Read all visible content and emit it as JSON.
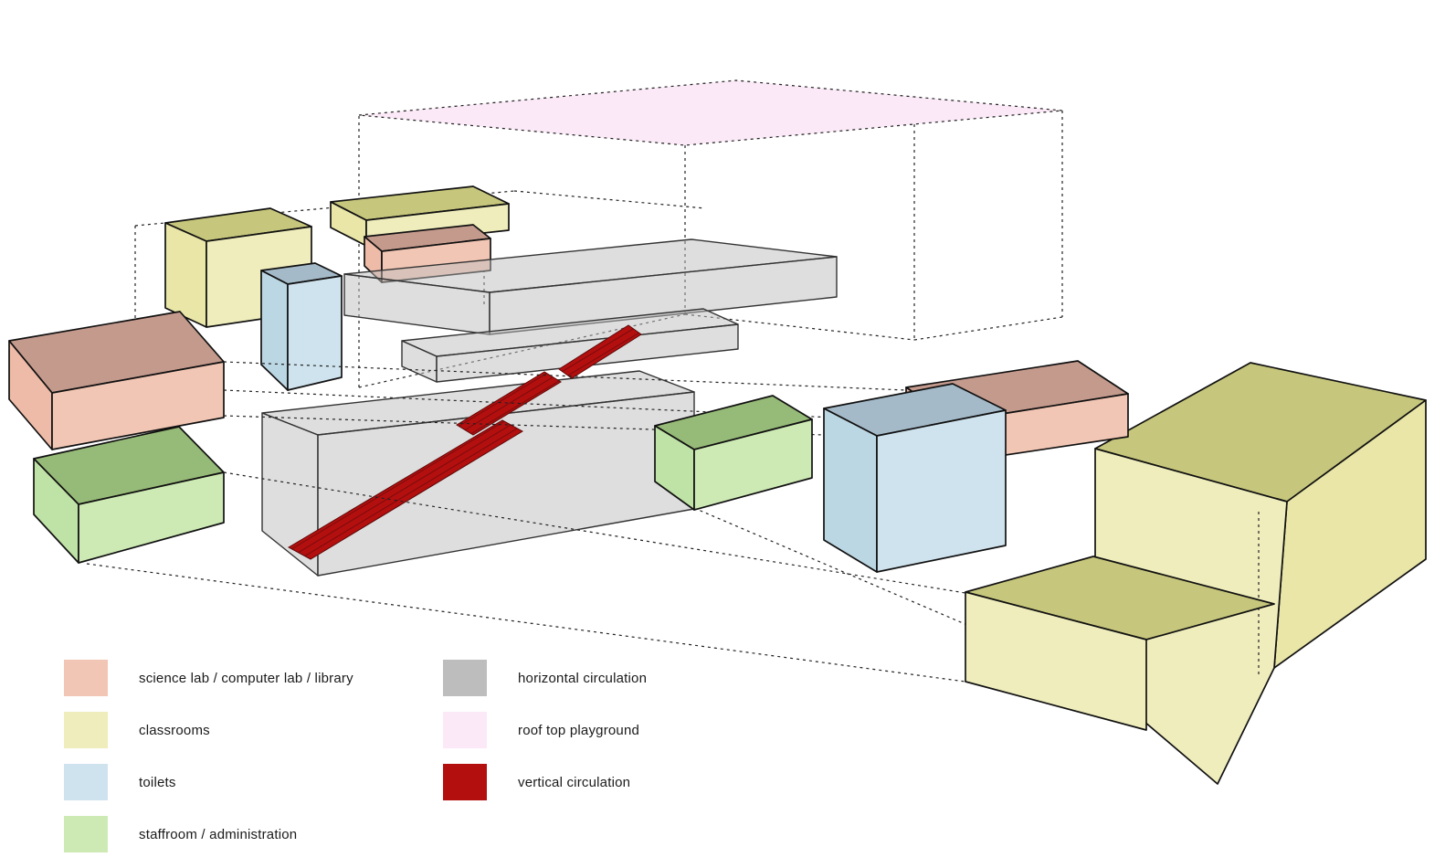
{
  "legend": {
    "column1": [
      {
        "label": "science lab / computer lab / library",
        "color": "#f2c6b4"
      },
      {
        "label": "classrooms",
        "color": "#efedbc"
      },
      {
        "label": "toilets",
        "color": "#cfe3ee"
      },
      {
        "label": "staffroom / administration",
        "color": "#cdeab4"
      }
    ],
    "column2": [
      {
        "label": "horizontal circulation",
        "color": "#bdbdbd"
      },
      {
        "label": "roof top playground",
        "color": "#fbe9f7"
      },
      {
        "label": "vertical circulation",
        "color": "#b40f0f"
      }
    ]
  },
  "colors": {
    "science-lab": "#f2c6b4",
    "science-lab-top": "#c49a8d",
    "science-lab-side": "#eebba8",
    "classrooms": "#efedbc",
    "classrooms-top": "#c6c67c",
    "classrooms-side": "#e9e6a8",
    "toilets": "#cfe3ee",
    "toilets-top": "#a4bac8",
    "toilets-side": "#bcd7e4",
    "staffroom": "#cdeab4",
    "staffroom-top": "#96ba77",
    "staffroom-side": "#bfe2a6",
    "horizontal-circulation": "#bdbdbd",
    "roof-top-playground": "#fbe9f7",
    "vertical-circulation": "#b40f0f"
  }
}
